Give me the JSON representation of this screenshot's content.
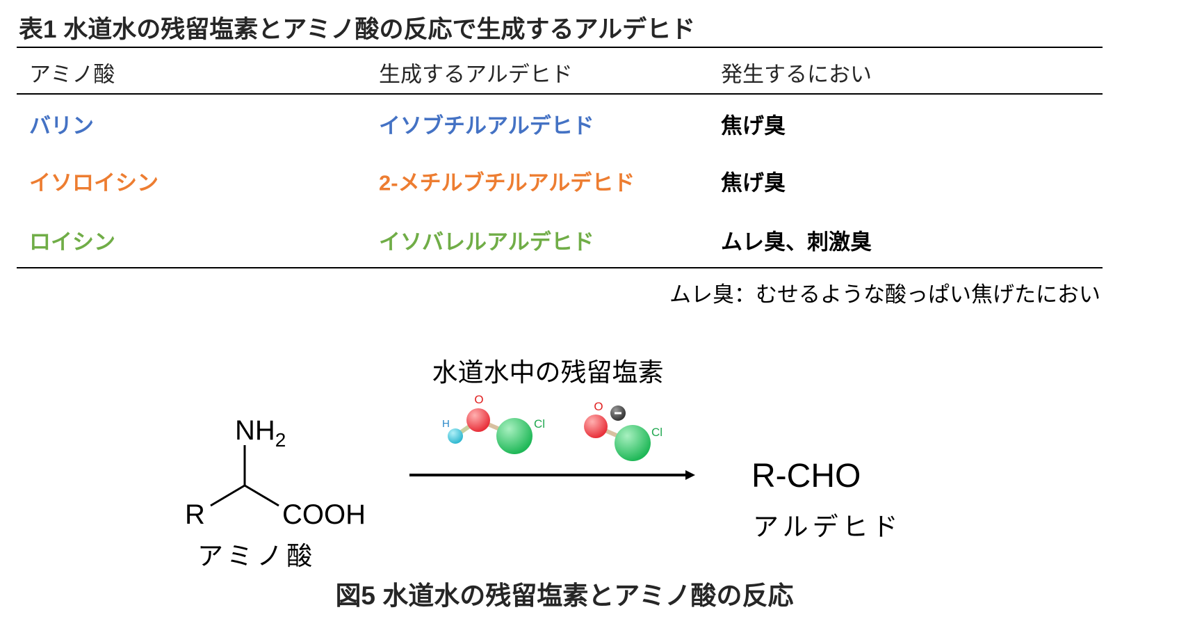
{
  "table": {
    "title": "表1 水道水の残留塩素とアミノ酸の反応で生成するアルデヒド",
    "headers": [
      "アミノ酸",
      "生成するアルデヒド",
      "発生するにおい"
    ],
    "rows": [
      {
        "amino_acid": "バリン",
        "aldehyde": "イソブチルアルデヒド",
        "odor": "焦げ臭",
        "color": "#4472C4"
      },
      {
        "amino_acid": "イソロイシン",
        "aldehyde": "2-メチルブチルアルデヒド",
        "odor": "焦げ臭",
        "color": "#ED7D31"
      },
      {
        "amino_acid": "ロイシン",
        "aldehyde": "イソバレルアルデヒド",
        "odor": "ムレ臭、刺激臭",
        "color": "#70AD47"
      }
    ],
    "note": "ムレ臭：むせるような酸っぱい焦げたにおい"
  },
  "figure": {
    "reagent_label": "水道水中の残留塩素",
    "molecule1_atoms": [
      "H",
      "O",
      "Cl"
    ],
    "molecule2_atoms": [
      "O",
      "Cl"
    ],
    "amine_group": "NH",
    "amine_subscript": "2",
    "r_group": "R",
    "carboxyl_group": "COOH",
    "reactant_label": "アミノ酸",
    "product_formula": "R-CHO",
    "product_label": "アルデヒド",
    "caption": "図5 水道水の残留塩素とアミノ酸の反応"
  }
}
